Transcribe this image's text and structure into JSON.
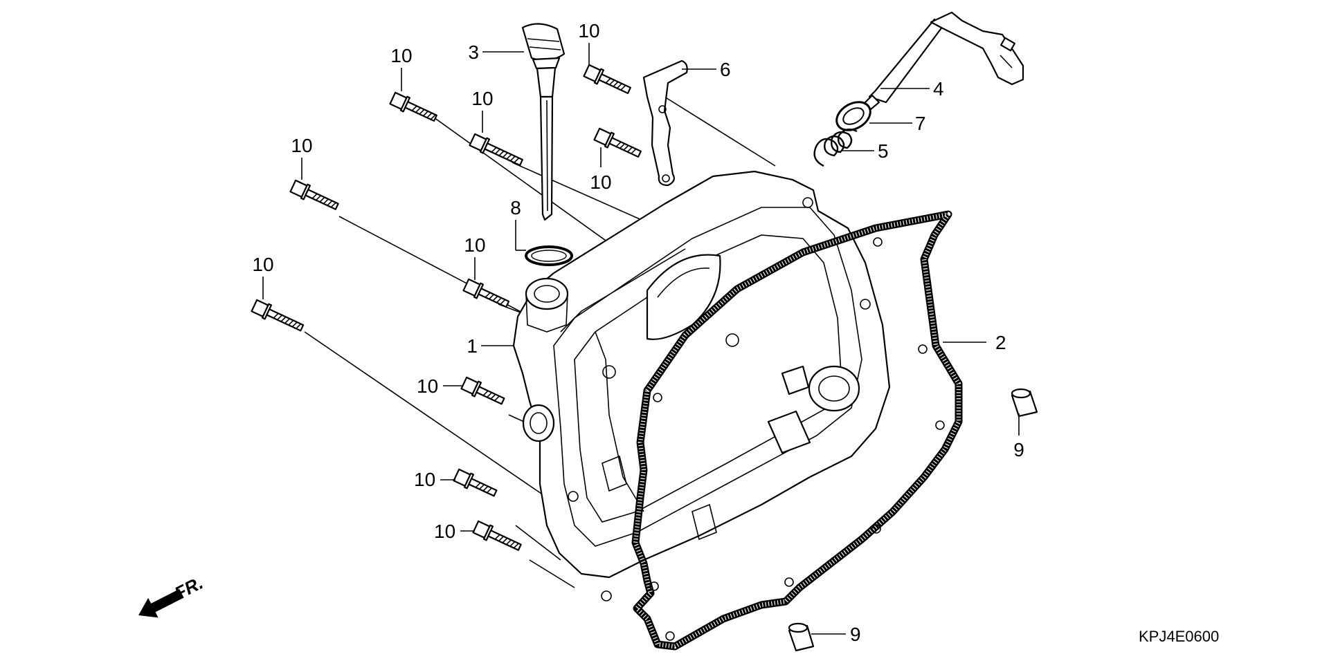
{
  "diagram": {
    "diagram_code": "KPJ4E0600",
    "direction_label": "FR.",
    "callouts": [
      {
        "id": "cover",
        "text": "1"
      },
      {
        "id": "gasket",
        "text": "2"
      },
      {
        "id": "dipstick",
        "text": "3"
      },
      {
        "id": "shaft",
        "text": "4"
      },
      {
        "id": "spring",
        "text": "5"
      },
      {
        "id": "arm",
        "text": "6"
      },
      {
        "id": "oil-seal",
        "text": "7"
      },
      {
        "id": "o-ring",
        "text": "8"
      },
      {
        "id": "dowel-right",
        "text": "9"
      },
      {
        "id": "dowel-bottom",
        "text": "9"
      },
      {
        "id": "bolt-a",
        "text": "10"
      },
      {
        "id": "bolt-b",
        "text": "10"
      },
      {
        "id": "bolt-c",
        "text": "10"
      },
      {
        "id": "bolt-d",
        "text": "10"
      },
      {
        "id": "bolt-e",
        "text": "10"
      },
      {
        "id": "bolt-f",
        "text": "10"
      },
      {
        "id": "bolt-g",
        "text": "10"
      },
      {
        "id": "bolt-h",
        "text": "10"
      },
      {
        "id": "bolt-i",
        "text": "10"
      },
      {
        "id": "bolt-j",
        "text": "10"
      },
      {
        "id": "bolt-k",
        "text": "10"
      }
    ]
  }
}
